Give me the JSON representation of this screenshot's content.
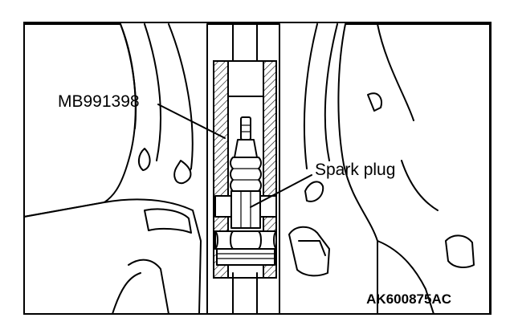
{
  "labels": {
    "tool": "MB991398",
    "part": "Spark plug",
    "figure_id": "AK600875AC"
  }
}
